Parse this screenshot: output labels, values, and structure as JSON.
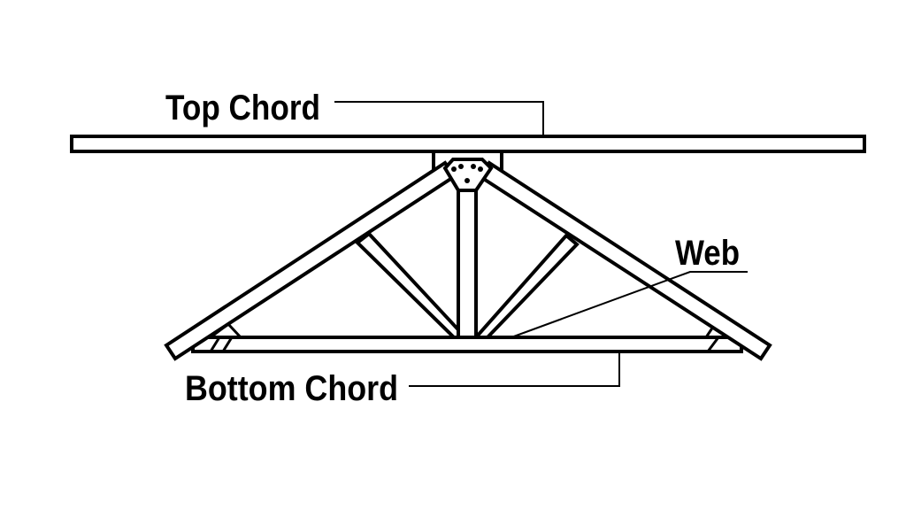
{
  "labels": {
    "top_chord": "Top Chord",
    "web": "Web",
    "bottom_chord": "Bottom Chord"
  },
  "colors": {
    "line": "#000000",
    "background": "#ffffff"
  }
}
